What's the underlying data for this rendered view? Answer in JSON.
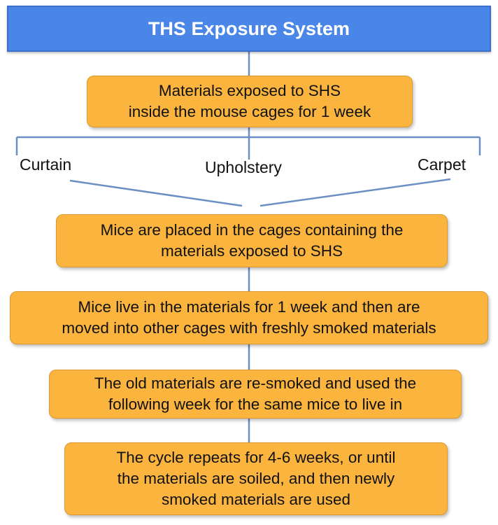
{
  "header": {
    "title": "THS Exposure System"
  },
  "steps": [
    {
      "lines": [
        "Materials exposed to SHS",
        "inside the mouse cages for 1 week"
      ]
    },
    {
      "lines": [
        "Mice are placed in the cages containing the",
        "materials exposed to SHS"
      ]
    },
    {
      "lines": [
        "Mice live in the materials for 1 week and then are",
        "moved into other cages with freshly smoked materials"
      ]
    },
    {
      "lines": [
        "The old  materials are re-smoked and used the",
        "following week for the same mice to live in"
      ]
    },
    {
      "lines": [
        "The cycle repeats for 4-6 weeks, or until",
        "the materials are soiled, and then newly",
        "smoked materials are used"
      ]
    }
  ],
  "materials": [
    "Curtain",
    "Upholstery",
    "Carpet"
  ],
  "colors": {
    "header_fill": "#4a86e8",
    "box_fill": "#fbb53f",
    "connector": "#6b8fc4"
  }
}
